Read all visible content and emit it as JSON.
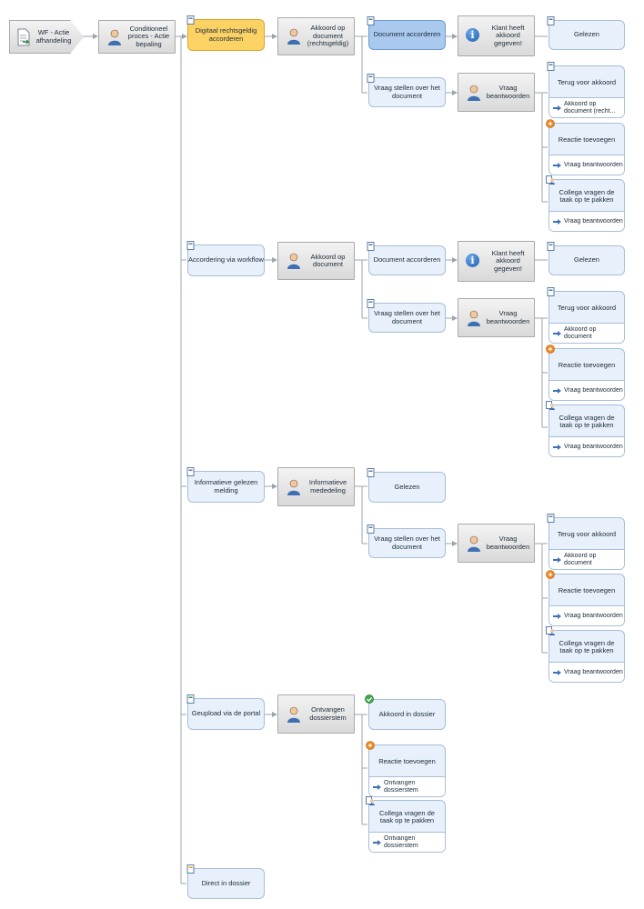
{
  "nodes": {
    "start": "WF - Actie afhandeling",
    "cond": "Conditioneel proces - Actie bepaling",
    "b1": "Digitaal rechtsgeldig accorderen",
    "b1_p": "Akkoord op document (rechtsgeldig)",
    "b1_acc": "Document accorderen",
    "b1_info": "Klant heeft akkoord gegeven!",
    "b1_gel": "Gelezen",
    "b1_vraag": "Vraag stellen over het document",
    "b1_vb": "Vraag beantwoorden",
    "b1_t1": "Terug voor akkoord",
    "b1_t1b": "Akkoord op document (recht...",
    "b1_t2": "Reactie toevoegen",
    "b1_t2b": "Vraag beantwoorden",
    "b1_t3": "Collega vragen de taak op te pakken",
    "b1_t3b": "Vraag beantwoorden",
    "b2": "Accordering via workflow",
    "b2_p": "Akkoord op document",
    "b2_acc": "Document accorderen",
    "b2_info": "Klant heeft akkoord gegeven!",
    "b2_gel": "Gelezen",
    "b2_vraag": "Vraag stellen over het document",
    "b2_vb": "Vraag beantwoorden",
    "b2_t1": "Terug voor akkoord",
    "b2_t1b": "Akkoord op document",
    "b2_t2": "Reactie toevoegen",
    "b2_t2b": "Vraag beantwoorden",
    "b2_t3": "Collega vragen de taak op te pakken",
    "b2_t3b": "Vraag beantwoorden",
    "b3": "Informatieve gelezen melding",
    "b3_p": "Informatieve mededeling",
    "b3_gel": "Gelezen",
    "b3_vraag": "Vraag stellen over het document",
    "b3_vb": "Vraag beantwoorden",
    "b3_t1": "Terug voor akkoord",
    "b3_t1b": "Akkoord op document",
    "b3_t2": "Reactie toevoegen",
    "b3_t2b": "Vraag beantwoorden",
    "b3_t3": "Collega vragen de taak op te pakken",
    "b3_t3b": "Vraag beantwoorden",
    "b4": "Geupload via de portal",
    "b4_p": "Ontvangen dossierstem",
    "b4_akk": "Akkoord in dossier",
    "b4_t2": "Reactie toevoegen",
    "b4_t2b": "Ontvangen dossierstem",
    "b4_t3": "Collega vragen de taak op te pakken",
    "b4_t3b": "Ontvangen dossierstem",
    "b5": "Direct in dossier"
  },
  "icons": {
    "start": "document-workflow-icon",
    "person": "person-icon",
    "info": "info-icon",
    "badge_doc": "document-badge-icon",
    "badge_ok": "checkmark-badge-icon",
    "badge_react": "reaction-badge-icon",
    "badge_colleague": "colleague-badge-icon",
    "arrow": "arrow-right-icon"
  },
  "colors": {
    "connector": "#9aa5b1",
    "highlight": "#fdd265",
    "selected": "#aac9ee",
    "task": "#e7f0fb"
  }
}
